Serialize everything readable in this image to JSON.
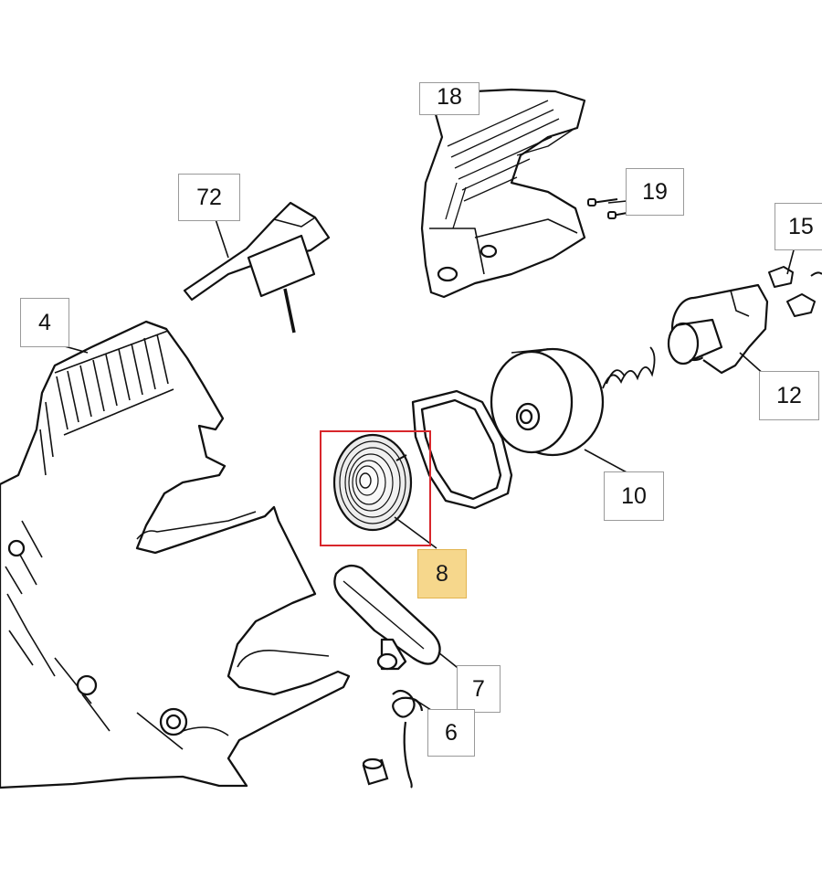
{
  "diagram": {
    "colors": {
      "line": "#111111",
      "callout_border": "#9a9a9a",
      "highlight_fill": "#f6d78c",
      "highlight_border": "#e2b450",
      "selection_outline": "#d8262b"
    },
    "callouts": [
      {
        "id": "18",
        "label": "18",
        "part": "air-filter-cover"
      },
      {
        "id": "19",
        "label": "19",
        "part": "screws"
      },
      {
        "id": "72",
        "label": "72",
        "part": "bracket"
      },
      {
        "id": "15",
        "label": "15",
        "part": "pawls"
      },
      {
        "id": "4",
        "label": "4",
        "part": "starter-housing"
      },
      {
        "id": "12",
        "label": "12",
        "part": "flywheel-hub"
      },
      {
        "id": "10",
        "label": "10",
        "part": "rope-pulley"
      },
      {
        "id": "8",
        "label": "8",
        "part": "recoil-spring",
        "highlighted": true
      },
      {
        "id": "7",
        "label": "7",
        "part": "starter-handle"
      },
      {
        "id": "6",
        "label": "6",
        "part": "starter-rope"
      }
    ]
  }
}
